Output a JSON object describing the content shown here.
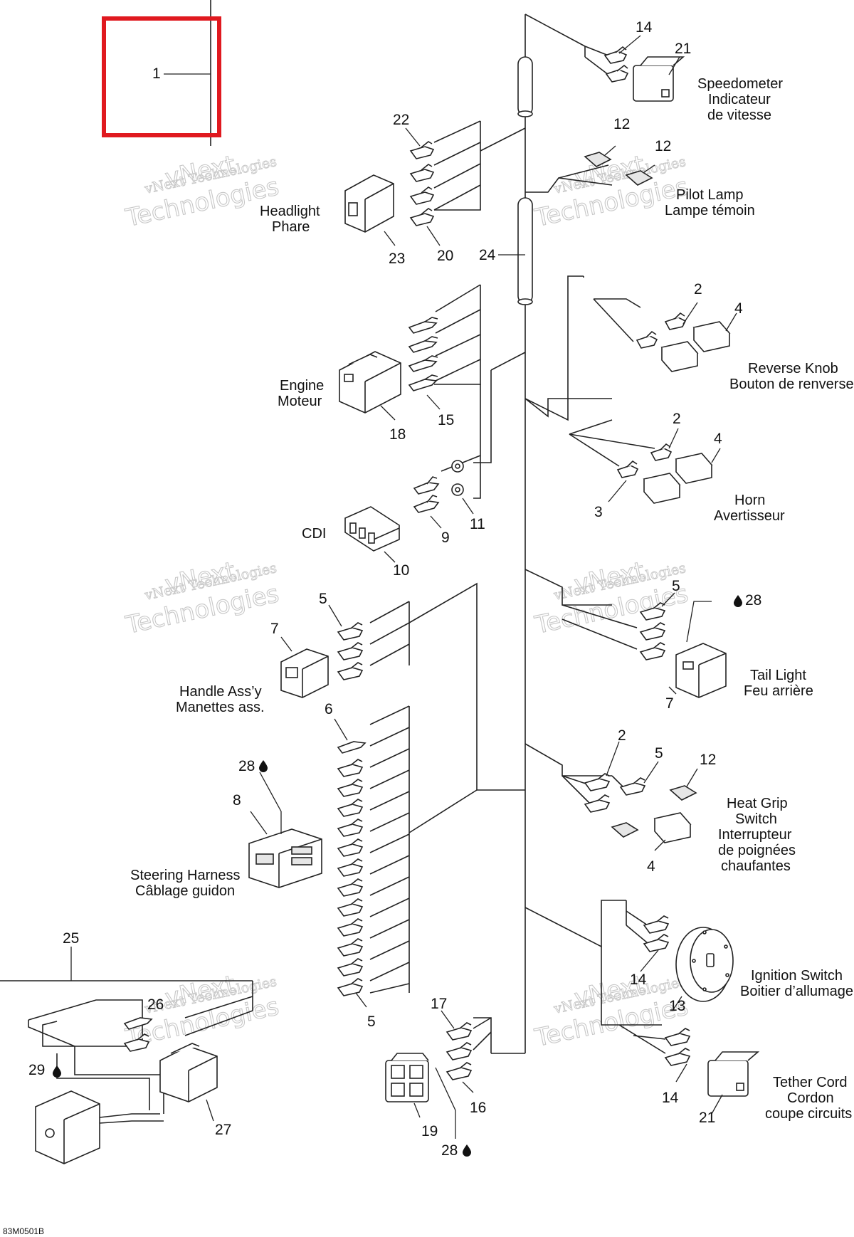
{
  "watermark": {
    "line1": "vNext Technologies",
    "line2": "Technologies",
    "line3": "vNext"
  },
  "highlight": {
    "color": "#e0191f",
    "item": "1"
  },
  "footer_code": "83M0501B",
  "connectors": [
    {
      "key": "speedometer",
      "en": "Speedometer",
      "fr1": "Indicateur",
      "fr2": "de vitesse"
    },
    {
      "key": "pilot_lamp",
      "en": "Pilot Lamp",
      "fr1": "Lampe témoin"
    },
    {
      "key": "headlight",
      "en": "Headlight",
      "fr1": "Phare"
    },
    {
      "key": "reverse_knob",
      "en": "Reverse Knob",
      "fr1": "Bouton de renverse"
    },
    {
      "key": "engine",
      "en": "Engine",
      "fr1": "Moteur"
    },
    {
      "key": "horn",
      "en": "Horn",
      "fr1": "Avertisseur"
    },
    {
      "key": "cdi",
      "en": "CDI"
    },
    {
      "key": "handle",
      "en": "Handle Ass’y",
      "fr1": "Manettes ass."
    },
    {
      "key": "tail_light",
      "en": "Tail Light",
      "fr1": "Feu arrière"
    },
    {
      "key": "heat_grip",
      "en": "Heat Grip",
      "fr1": "Switch",
      "fr2": "Interrupteur",
      "fr3": "de poignées",
      "fr4": "chaufantes"
    },
    {
      "key": "steering",
      "en": "Steering Harness",
      "fr1": "Câblage guidon"
    },
    {
      "key": "ignition",
      "en": "Ignition Switch",
      "fr1": "Boitier d’allumage"
    },
    {
      "key": "tether",
      "en": "Tether Cord",
      "fr1": "Cordon",
      "fr2": "coupe circuits"
    }
  ],
  "callouts": [
    "1",
    "2",
    "3",
    "4",
    "5",
    "6",
    "7",
    "8",
    "9",
    "10",
    "11",
    "12",
    "13",
    "14",
    "15",
    "16",
    "17",
    "18",
    "19",
    "20",
    "21",
    "22",
    "23",
    "24",
    "25",
    "26",
    "27",
    "28",
    "29"
  ]
}
